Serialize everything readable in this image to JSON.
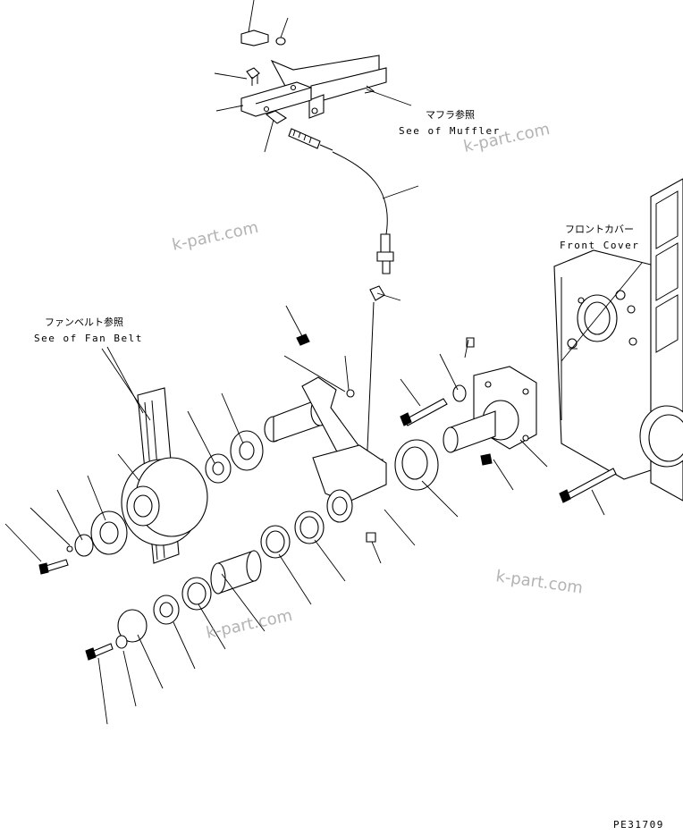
{
  "callouts": {
    "muffler_jp": "マフラ参照",
    "muffler_en": "See of Muffler",
    "fan_belt_jp": "ファンベルト参照",
    "fan_belt_en": "See of Fan Belt",
    "front_cover_jp": "フロントカバー",
    "front_cover_en": "Front Cover"
  },
  "watermarks": [
    "k-part.com",
    "k-part.com",
    "k-part.com",
    "k-part.com"
  ],
  "drawing_code": "PE31709"
}
